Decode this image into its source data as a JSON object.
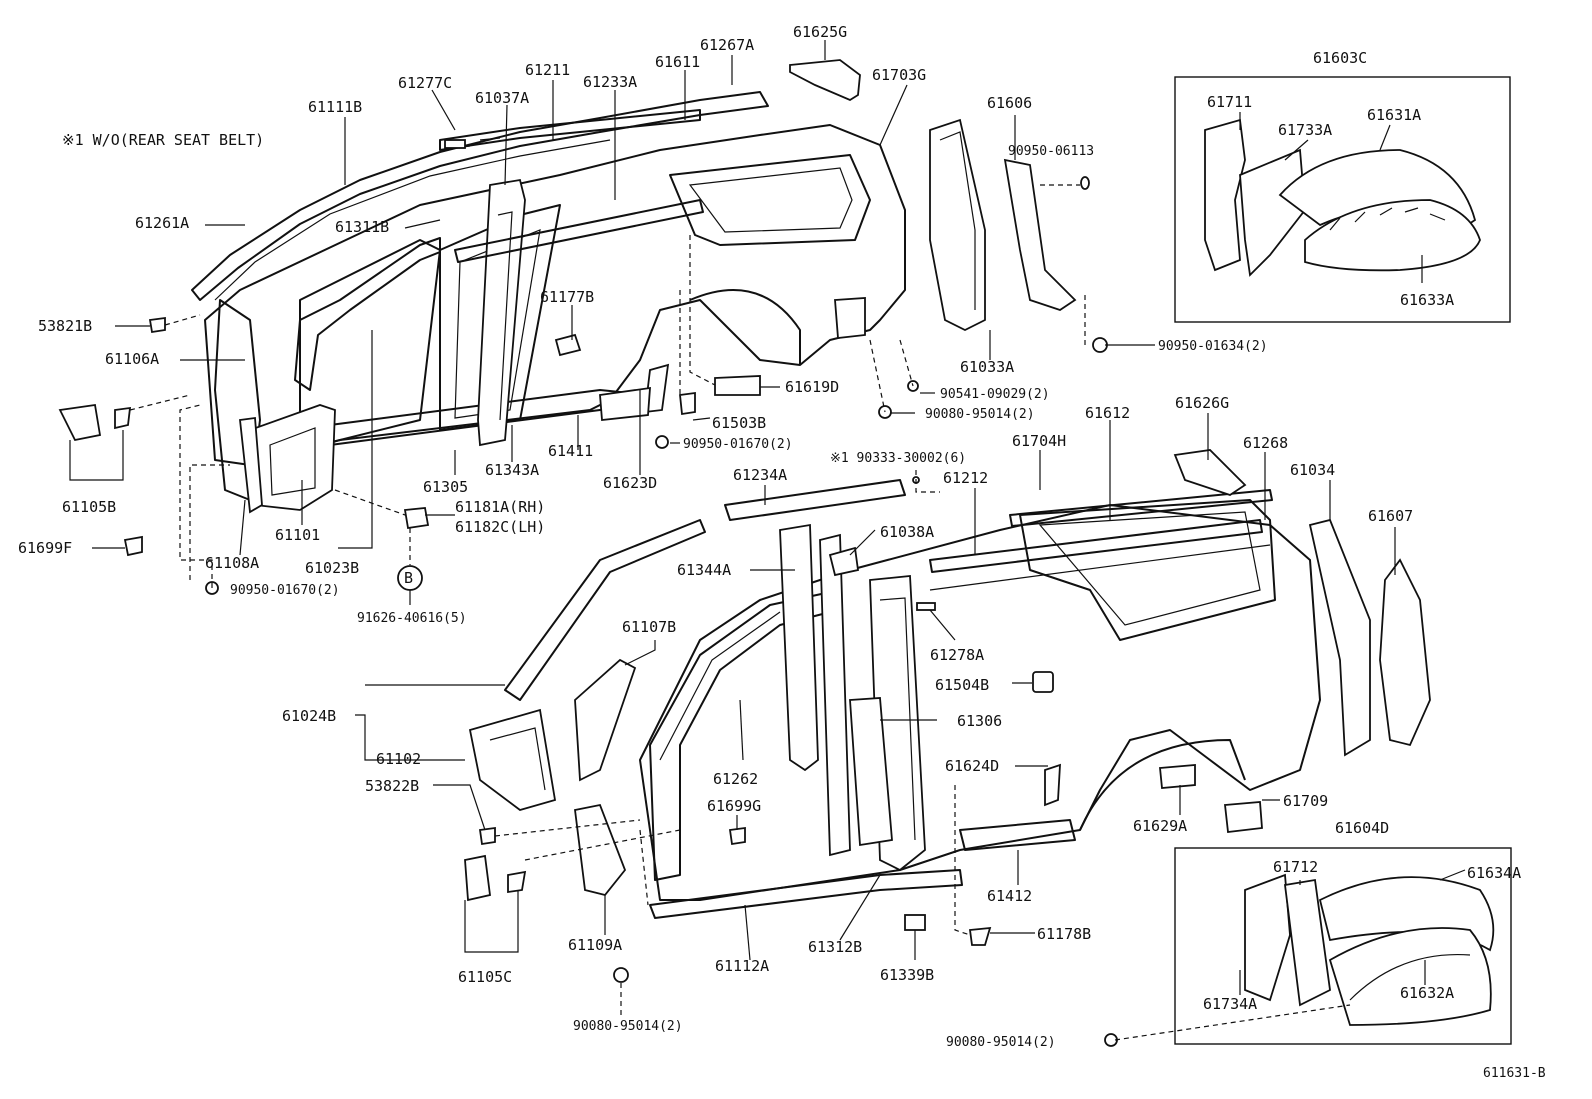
{
  "note": "※1 W/O(REAR SEAT BELT)",
  "figure_code": "611631-B",
  "callout_letter": "B",
  "inset_titles": [
    "61603C",
    "61604D"
  ],
  "labels": {
    "p61111B": "61111B",
    "p61277C": "61277C",
    "p61037A": "61037A",
    "p61211": "61211",
    "p61233A": "61233A",
    "p61611": "61611",
    "p61267A": "61267A",
    "p61625G": "61625G",
    "p61703G": "61703G",
    "p61606": "61606",
    "p90950_06113": "90950-06113",
    "p61261A": "61261A",
    "p61311B": "61311B",
    "p53821B": "53821B",
    "p61106A": "61106A",
    "p61177B": "61177B",
    "p61105B": "61105B",
    "p61699F": "61699F",
    "p61108A": "61108A",
    "p61101": "61101",
    "p61023B": "61023B",
    "p90950_01670b": "90950-01670(2)",
    "p61305": "61305",
    "p61343A": "61343A",
    "p61411": "61411",
    "p61623D": "61623D",
    "p61619D": "61619D",
    "p61503B": "61503B",
    "p90950_01670a": "90950-01670(2)",
    "p61181A": "61181A(RH)",
    "p61182C": "61182C(LH)",
    "p91626": "91626-40616(5)",
    "p61033A": "61033A",
    "p90541": "90541-09029(2)",
    "p90080_a": "90080-95014(2)",
    "p90950_01634": "90950-01634(2)",
    "p61711": "61711",
    "p61733A": "61733A",
    "p61631A": "61631A",
    "p61633A": "61633A",
    "p61612": "61612",
    "p61626G": "61626G",
    "p61268": "61268",
    "p61034": "61034",
    "p61607": "61607",
    "p61704H": "61704H",
    "p90333": "※1 90333-30002(6)",
    "p61212": "61212",
    "p61234A": "61234A",
    "p61038A": "61038A",
    "p61344A": "61344A",
    "p61278A": "61278A",
    "p61107B": "61107B",
    "p61504B": "61504B",
    "p61024B": "61024B",
    "p61306": "61306",
    "p61102": "61102",
    "p61262": "61262",
    "p61624D": "61624D",
    "p53822B": "53822B",
    "p61699G": "61699G",
    "p61629A": "61629A",
    "p61709": "61709",
    "p61412": "61412",
    "p61109A": "61109A",
    "p61112A": "61112A",
    "p61312B": "61312B",
    "p61178B": "61178B",
    "p61105C": "61105C",
    "p61339B": "61339B",
    "p90080_b": "90080-95014(2)",
    "p61712": "61712",
    "p61634A": "61634A",
    "p61734A": "61734A",
    "p61632A": "61632A",
    "p90080_c": "90080-95014(2)"
  }
}
